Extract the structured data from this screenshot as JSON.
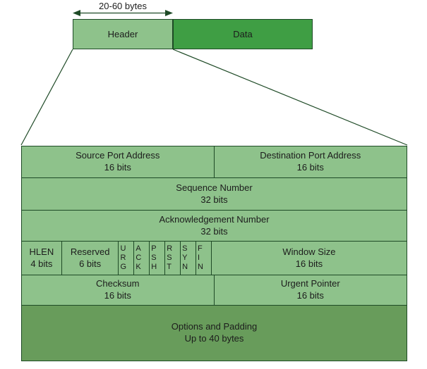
{
  "top": {
    "size_label": "20-60 bytes",
    "header_label": "Header",
    "data_label": "Data"
  },
  "colors": {
    "light_green": "#8ec28b",
    "data_green": "#3f9e44",
    "options_green": "#689c5b",
    "border_dark_green": "#1e4a26",
    "text": "#1c1c1c"
  },
  "table": {
    "row1": {
      "left": {
        "title": "Source Port Address",
        "sub": "16 bits"
      },
      "right": {
        "title": "Destination Port Address",
        "sub": "16 bits"
      }
    },
    "row2": {
      "title": "Sequence Number",
      "sub": "32 bits"
    },
    "row3": {
      "title": "Acknowledgement Number",
      "sub": "32 bits"
    },
    "row4": {
      "hlen": {
        "title": "HLEN",
        "sub": "4 bits"
      },
      "reserved": {
        "title": "Reserved",
        "sub": "6 bits"
      },
      "flags": {
        "urg": "URG",
        "ack": "ACK",
        "psh": "PSH",
        "rst": "RST",
        "syn": "SYN",
        "fin": "FIN"
      },
      "window": {
        "title": "Window Size",
        "sub": "16 bits"
      }
    },
    "row5": {
      "left": {
        "title": "Checksum",
        "sub": "16 bits"
      },
      "right": {
        "title": "Urgent Pointer",
        "sub": "16 bits"
      }
    },
    "row6": {
      "title": "Options and Padding",
      "sub": "Up to 40 bytes"
    }
  }
}
